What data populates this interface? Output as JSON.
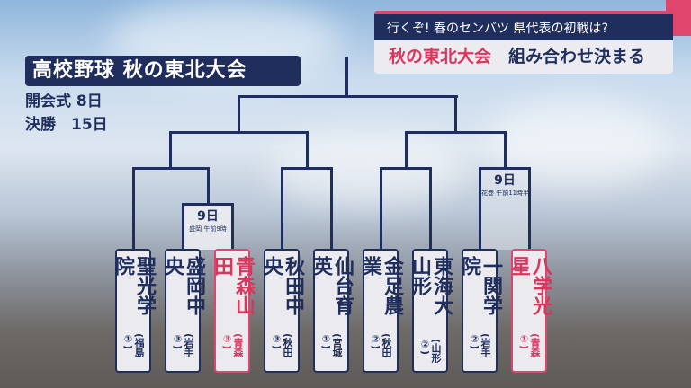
{
  "header": {
    "banner_line1": "行くぞ! 春のセンバツ 県代表の初戦は?",
    "banner_line2_red": "秋の東北大会",
    "banner_line2": "組み合わせ決まる"
  },
  "title": "高校野球 秋の東北大会",
  "schedule": {
    "opening": "開会式 8日",
    "final": "決勝　15日"
  },
  "matches": [
    {
      "date": "9日",
      "detail": "盛岡 午前9時"
    },
    {
      "date": "9日",
      "detail": "花巻 午前11時半"
    }
  ],
  "teams": [
    {
      "name": "聖光学院",
      "pref": "(福島①)",
      "highlight": false
    },
    {
      "name": "盛岡中央",
      "pref": "(岩手③)",
      "highlight": false
    },
    {
      "name": "青森山田",
      "pref": "(青森③)",
      "highlight": true
    },
    {
      "name": "秋田中央",
      "pref": "(秋田③)",
      "highlight": false
    },
    {
      "name": "仙台育英",
      "pref": "(宮城①)",
      "highlight": false
    },
    {
      "name": "金足農業",
      "pref": "(秋田②)",
      "highlight": false
    },
    {
      "name": "東海大山形",
      "pref": "(山形②)",
      "highlight": false
    },
    {
      "name": "一関学院",
      "pref": "(岩手②)",
      "highlight": false
    },
    {
      "name": "八学光星",
      "pref": "(青森①)",
      "highlight": true
    }
  ],
  "colors": {
    "navy": "#1f2e5c",
    "accent": "#d9365e"
  }
}
